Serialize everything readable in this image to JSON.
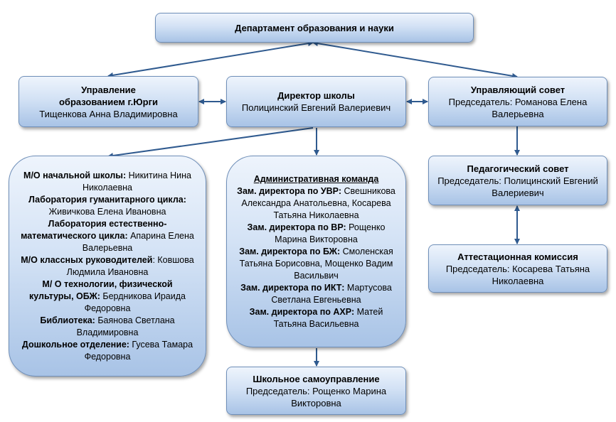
{
  "boxes": {
    "department": {
      "title": "Департамент образования и науки"
    },
    "management": {
      "title_line1": "Управление",
      "title_line2": "образованием г.Юрги",
      "person": "Тищенкова Анна Владимировна"
    },
    "director": {
      "title": "Директор школы",
      "person": "Полицинский Евгений Валериевич"
    },
    "governing_council": {
      "title": "Управляющий совет",
      "person": "Председатель: Романова Елена Валерьевна"
    },
    "departments": {
      "items": [
        {
          "label": "М/О начальной школы:",
          "person": " Никитина Нина Николаевна"
        },
        {
          "label": "Лаборатория гуманитарного цикла:",
          "person": " Живичкова Елена Ивановна"
        },
        {
          "label": "Лаборатория естественно-математического цикла:",
          "person": " Апарина Елена Валерьевна"
        },
        {
          "label": "М/О классных руководителей",
          "person": ": Ковшова Людмила Ивановна"
        },
        {
          "label": "М/ О технологии, физической культуры, ОБЖ:",
          "person": " Бердникова Ираида Федоровна"
        },
        {
          "label": "Библиотека:",
          "person": " Баянова Светлана Владимировна"
        },
        {
          "label": "Дошкольное отделение:",
          "person": " Гусева Тамара Федоровна"
        }
      ]
    },
    "admin_team": {
      "title": "Административная команда",
      "items": [
        {
          "label": "Зам. директора по УВР:",
          "person": " Свешникова Александра Анатольевна, Косарева Татьяна Николаевна"
        },
        {
          "label": "Зам. директора по ВР:",
          "person": " Рощенко Марина Викторовна"
        },
        {
          "label": "Зам. директора по БЖ:",
          "person": " Смоленская Татьяна Борисовна, Мощенко Вадим Васильвич"
        },
        {
          "label": "Зам. директора по ИКТ:",
          "person": " Мартусова Светлана Евгеньевна"
        },
        {
          "label": "Зам. директора по АХР:",
          "person": " Матей Татьяна Васильевна"
        }
      ]
    },
    "pedagogical_council": {
      "title": "Педагогический совет",
      "person": "Председатель: Полицинский Евгений Валериевич"
    },
    "attestation_commission": {
      "title": "Аттестационная комиссия",
      "person": "Председатель: Косарева Татьяна Николаевна"
    },
    "student_government": {
      "title": "Школьное самоуправление",
      "person": "Председатель: Рощенко Марина Викторовна"
    }
  },
  "colors": {
    "arrow": "#2f5a8f",
    "box_border": "#6f8fb9",
    "box_fill_top": "#eef4fc",
    "box_fill_bottom": "#a8c3e6"
  }
}
